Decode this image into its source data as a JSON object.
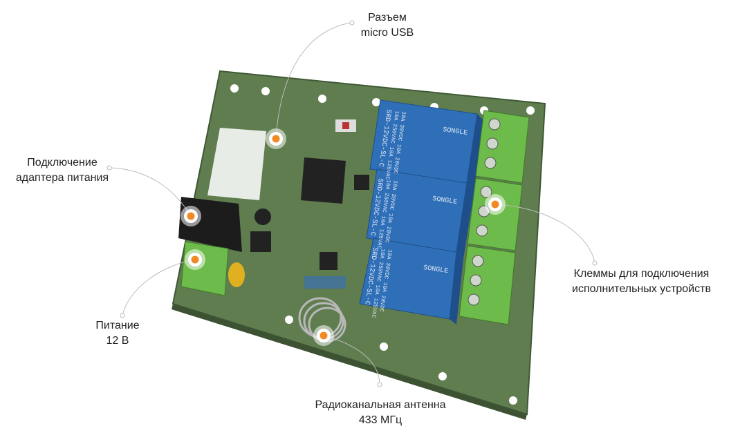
{
  "labels": {
    "usb": [
      "Разъем",
      "micro USB"
    ],
    "adapter": [
      "Подключение",
      "адаптера питания"
    ],
    "power": [
      "Питание",
      "12 В"
    ],
    "terminals": [
      "Клеммы для подключения",
      "исполнительных устройств"
    ],
    "antenna": [
      "Радиоканальная антенна",
      "433 МГц"
    ]
  },
  "relay": {
    "model": "SRD-12VDC-SL-C",
    "brand": "SONGLE",
    "rating1": "10A 250VAC 10A 125VAC",
    "rating2": "10A 30VDC 10A 28VDC"
  },
  "colors": {
    "board": "#5f7d4f",
    "relay": "#2f6fb8",
    "terminal": "#6dbb4a",
    "hotspot": "#f08a24"
  }
}
